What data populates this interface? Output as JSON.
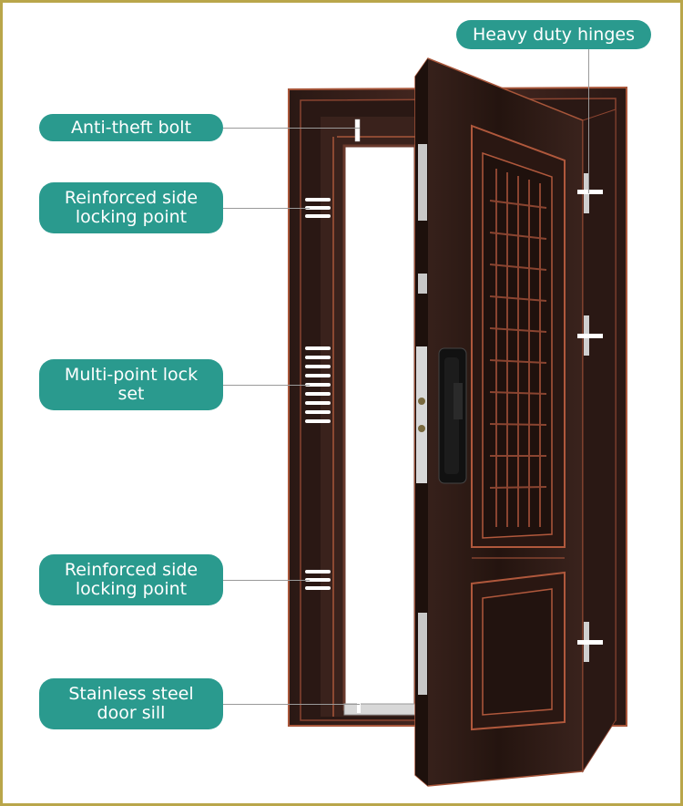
{
  "callouts": {
    "hinges": "Heavy duty hinges",
    "bolt": "Anti-theft bolt",
    "side_top": "Reinforced side\nlocking point",
    "multipoint": "Multi-point lock\nset",
    "side_bottom": "Reinforced side\nlocking point",
    "sill": "Stainless steel\ndoor sill"
  },
  "colors": {
    "label_bg": "#2a9a8e",
    "door_dark": "#2c1a16",
    "door_trim": "#b0583c",
    "border": "#b9a64a"
  }
}
